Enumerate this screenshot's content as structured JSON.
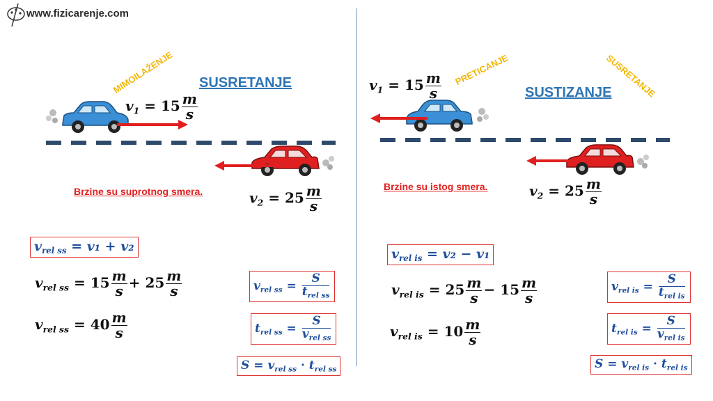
{
  "header": {
    "site_url": "www.fizicarenje.com",
    "logo_icon": "fizicarenje-logo-icon"
  },
  "left": {
    "title": "SUSRETANJE",
    "tag": "MIMOILAŽENJE",
    "note": "Brzine su suprotnog smera.",
    "v1_label": "v",
    "v1_sub": "1",
    "v1_value": "15",
    "v2_label": "v",
    "v2_sub": "2",
    "v2_value": "25",
    "unit_num": "m",
    "unit_den": "s",
    "eq1": {
      "lhs": "v",
      "lhs_sub": "rel ss",
      "rhs": "= v₁ + v₂"
    },
    "eq2": {
      "lhs": "v",
      "lhs_sub": "rel ss",
      "a": "15",
      "op": "+",
      "b": "25"
    },
    "eq3": {
      "lhs": "v",
      "lhs_sub": "rel ss",
      "val": "40"
    },
    "box1": {
      "lhs": "v",
      "lhs_sub": "rel ss",
      "num": "S",
      "den": "t",
      "den_sub": "rel ss"
    },
    "box2": {
      "lhs": "t",
      "lhs_sub": "rel ss",
      "num": "S",
      "den": "v",
      "den_sub": "rel ss"
    },
    "box3": {
      "text": "S = ",
      "a": "v",
      "a_sub": "rel ss",
      "dot": "·",
      "b": "t",
      "b_sub": "rel ss"
    },
    "car1_color": "#3a8fd6",
    "car2_color": "#e02020"
  },
  "right": {
    "title": "SUSTIZANJE",
    "tag1": "PRETICANJE",
    "tag2": "SUSRETANJE",
    "note": "Brzine su istog smera.",
    "v1_label": "v",
    "v1_sub": "1",
    "v1_value": "15",
    "v2_label": "v",
    "v2_sub": "2",
    "v2_value": "25",
    "unit_num": "m",
    "unit_den": "s",
    "eq1": {
      "lhs": "v",
      "lhs_sub": "rel is",
      "rhs": "= v₂ − v₁"
    },
    "eq2": {
      "lhs": "v",
      "lhs_sub": "rel is",
      "a": "25",
      "op": "−",
      "b": "15"
    },
    "eq3": {
      "lhs": "v",
      "lhs_sub": "rel is",
      "val": "10"
    },
    "box1": {
      "lhs": "v",
      "lhs_sub": "rel is",
      "num": "S",
      "den": "t",
      "den_sub": "rel is"
    },
    "box2": {
      "lhs": "t",
      "lhs_sub": "rel is",
      "num": "S",
      "den": "v",
      "den_sub": "rel is"
    },
    "box3": {
      "text": "S = ",
      "a": "v",
      "a_sub": "rel is",
      "dot": "·",
      "b": "t",
      "b_sub": "rel is"
    },
    "car1_color": "#3a8fd6",
    "car2_color": "#e02020"
  },
  "colors": {
    "arrow": "#e02020",
    "road": "#2e4a6b",
    "title": "#2e75b6",
    "tag": "#f2b705",
    "note": "#e02020",
    "formula_blue": "#1f4e9c"
  }
}
